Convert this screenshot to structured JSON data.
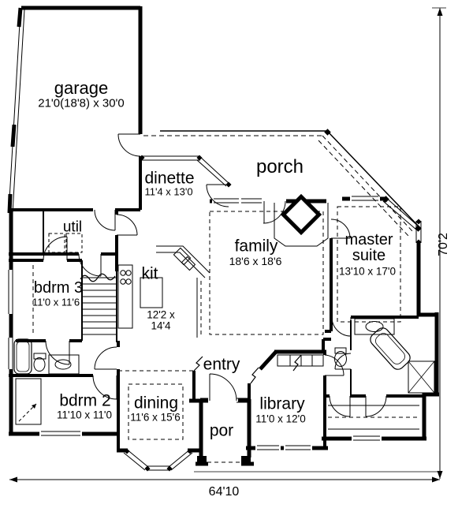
{
  "rooms": {
    "garage": {
      "label": "garage",
      "dims": "21'0(18'8) x 30'0"
    },
    "dinette": {
      "label": "dinette",
      "dims": "11'4 x 13'0"
    },
    "porch": {
      "label": "porch",
      "dims": ""
    },
    "util": {
      "label": "util",
      "dims": ""
    },
    "family": {
      "label": "family",
      "dims": "18'6 x 18'6"
    },
    "master_suite": {
      "label": "master suite",
      "dims": "13'10 x 17'0"
    },
    "bdrm3": {
      "label": "bdrm 3",
      "dims": "11'0 x 11'6"
    },
    "kit": {
      "label": "kit",
      "dims": "12'2 x 14'4"
    },
    "entry": {
      "label": "entry",
      "dims": ""
    },
    "bdrm2": {
      "label": "bdrm 2",
      "dims": "11'10 x 11'0"
    },
    "dining": {
      "label": "dining",
      "dims": "11'6 x 15'6"
    },
    "por": {
      "label": "por",
      "dims": ""
    },
    "library": {
      "label": "library",
      "dims": "11'0 x 12'0"
    }
  },
  "overall_dimensions": {
    "width": "64'10",
    "depth": "70'2"
  },
  "colors": {
    "wall": "#000000",
    "background": "#ffffff"
  }
}
